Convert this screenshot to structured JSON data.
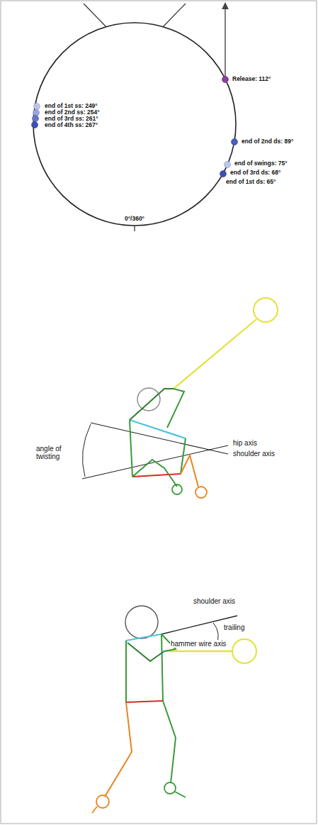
{
  "diagram": {
    "labels": [
      "end of 1st ss: 249°",
      "end of 2nd ss: 254°",
      "end of 3rd ss: 261°",
      "end of 4th ss: 267°",
      "Release: 112°",
      "end of 2nd ds: 89°",
      "end of swings: 75°",
      "end of 3rd ds: 68°",
      "end of 1st ds: 65°",
      "0°/360°",
      "angle of twisting",
      "hip axis",
      "shoulder axis",
      "shoulder axis",
      "trailing",
      "hammer wire axis"
    ]
  }
}
